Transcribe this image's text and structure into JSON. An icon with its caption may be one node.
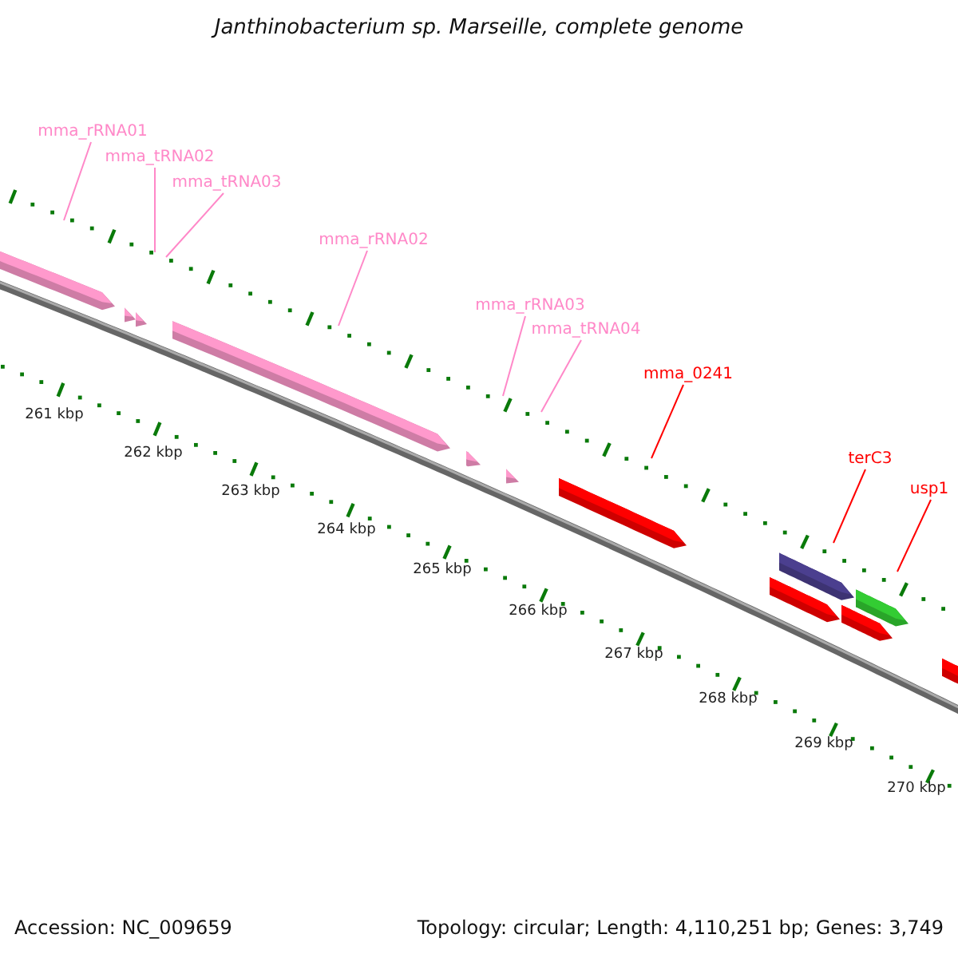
{
  "diagram": {
    "title": "Janthinobacterium sp. Marseille, complete genome",
    "nodes": [
      {
        "text": [
          "mma_rRNA01"
        ]
      },
      {
        "text": [
          "mma_tRNA02"
        ]
      },
      {
        "text": [
          "mma_tRNA03"
        ]
      },
      {
        "text": [
          "mma_rRNA02"
        ]
      },
      {
        "text": [
          "mma_rRNA03"
        ]
      },
      {
        "text": [
          "mma_tRNA04"
        ]
      },
      {
        "text": [
          "mma_0241"
        ]
      },
      {
        "text": [
          "terC3"
        ]
      },
      {
        "text": [
          "usp1"
        ]
      }
    ],
    "edges": [
      {
        "from": 0,
        "to": null,
        "arrow": "none"
      },
      {
        "from": 1,
        "to": null,
        "arrow": "none"
      },
      {
        "from": 2,
        "to": null,
        "arrow": "none"
      },
      {
        "from": 3,
        "to": null,
        "arrow": "none"
      },
      {
        "from": 4,
        "to": null,
        "arrow": "none"
      },
      {
        "from": 5,
        "to": null,
        "arrow": "none"
      },
      {
        "from": 6,
        "to": null,
        "arrow": "none",
        "color": "#ff0000"
      },
      {
        "from": 7,
        "to": null,
        "arrow": "none",
        "color": "#ff0000"
      },
      {
        "from": 8,
        "to": null,
        "arrow": "none",
        "color": "#ff0000"
      }
    ],
    "labels": [
      "261 kbp",
      "262 kbp",
      "263 kbp",
      "264 kbp",
      "265 kbp",
      "266 kbp",
      "267 kbp",
      "268 kbp",
      "269 kbp",
      "270 kbp",
      "Accession: NC_009659",
      "Topology: circular; Length: 4,110,251 bp; Genes: 3,749"
    ]
  }
}
